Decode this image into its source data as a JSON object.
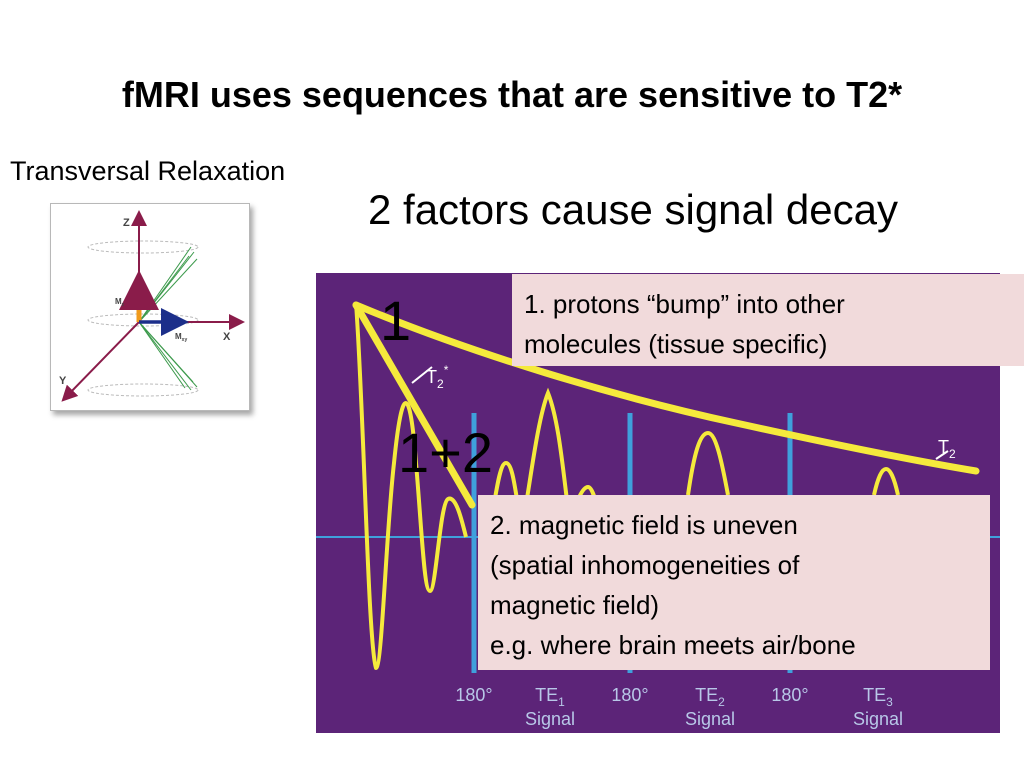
{
  "title": "fMRI uses sequences that are sensitive to T2*",
  "left_label": "Transversal Relaxation",
  "subtitle": "2 factors cause signal decay",
  "axes_diagram": {
    "z": "Z",
    "x": "X",
    "y": "Y",
    "mz": "M",
    "mz_sub": "z",
    "mxy": "M",
    "mxy_sub": "xy"
  },
  "decay_plot": {
    "t2star_label": "T",
    "t2star_sub": "2",
    "t2star_sup": "*",
    "t2_label": "T",
    "t2_sub": "2",
    "pulse_label": "180°",
    "te_labels": [
      "TE",
      "TE",
      "TE"
    ],
    "te_subs": [
      "1",
      "2",
      "3"
    ],
    "signal_label": "Signal",
    "colors": {
      "background": "#5c2478",
      "curve": "#f5ea3c",
      "pulse": "#3fa0dc"
    }
  },
  "label_1": "1",
  "label_1_2": "1+2",
  "callout_1": {
    "line1": "1. protons “bump” into other",
    "line2": "molecules (tissue specific)"
  },
  "callout_2": {
    "line1": "2. magnetic field is uneven",
    "line2": "(spatial inhomogeneities of",
    "line3": "magnetic field)",
    "line4": "e.g. where brain meets air/bone"
  }
}
